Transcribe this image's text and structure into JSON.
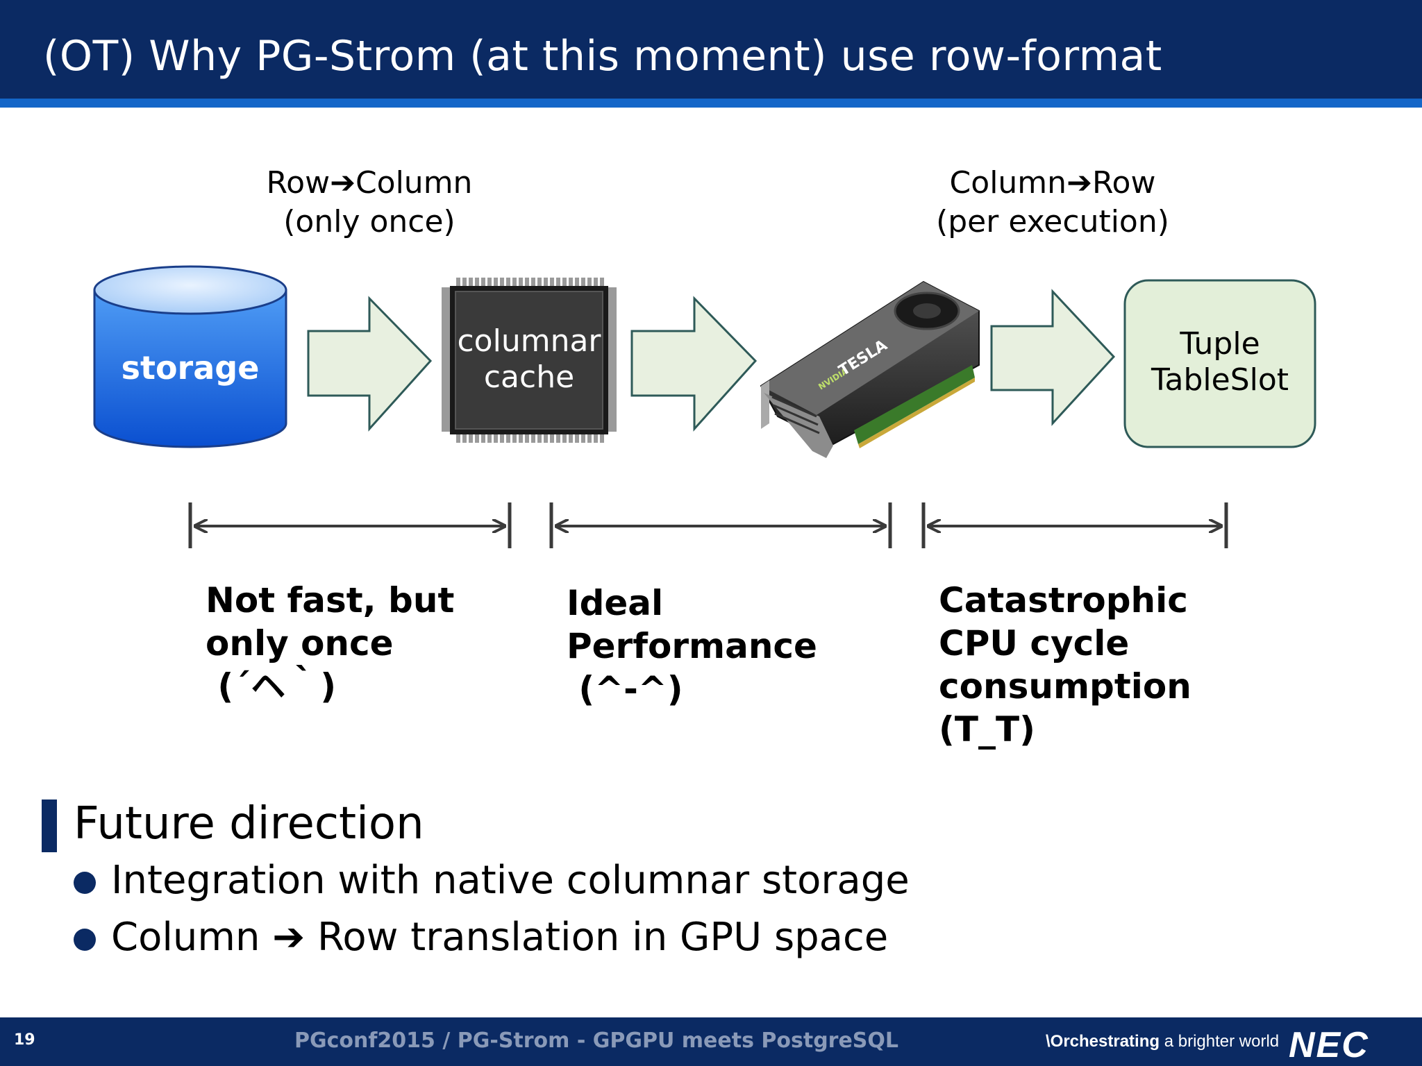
{
  "title": "(OT) Why PG-Strom (at this moment) use row-format",
  "conversions": [
    {
      "from": "Row",
      "arrow": "➔",
      "to": "Column",
      "note": "(only once)"
    },
    {
      "from": "Column",
      "arrow": "➔",
      "to": "Row",
      "note": "(per execution)"
    }
  ],
  "components": {
    "storage": "storage",
    "cache_line1": "columnar",
    "cache_line2": "cache",
    "gpu_brand": "TESLA",
    "gpu_vendor": "NVIDIA",
    "slot_line1": "Tuple",
    "slot_line2": "TableSlot"
  },
  "captions": [
    {
      "lines": [
        "Not fast, but",
        "only once",
        " (´ヘ｀)"
      ]
    },
    {
      "lines": [
        "Ideal",
        "Performance",
        " (^-^)"
      ]
    },
    {
      "lines": [
        "Catastrophic",
        "CPU cycle",
        "consumption",
        "(T_T)"
      ]
    }
  ],
  "future": {
    "heading": "Future direction",
    "bullets": [
      "Integration with native columnar storage",
      "Column ➔ Row translation in GPU space"
    ]
  },
  "footer": {
    "page_number": "19",
    "text": "PGconf2015 / PG-Strom - GPGPU meets PostgreSQL",
    "tagline_bold": "\\Orchestrating",
    "tagline_rest": " a brighter world",
    "logo": "NEC"
  },
  "colors": {
    "header": "#0b2a63",
    "header_stripe": "#1466c8",
    "storage": "#1a6fe0",
    "arrow_fill": "#e8f0e0",
    "arrow_stroke": "#2e5a58",
    "slot_fill": "#e3efd9"
  }
}
